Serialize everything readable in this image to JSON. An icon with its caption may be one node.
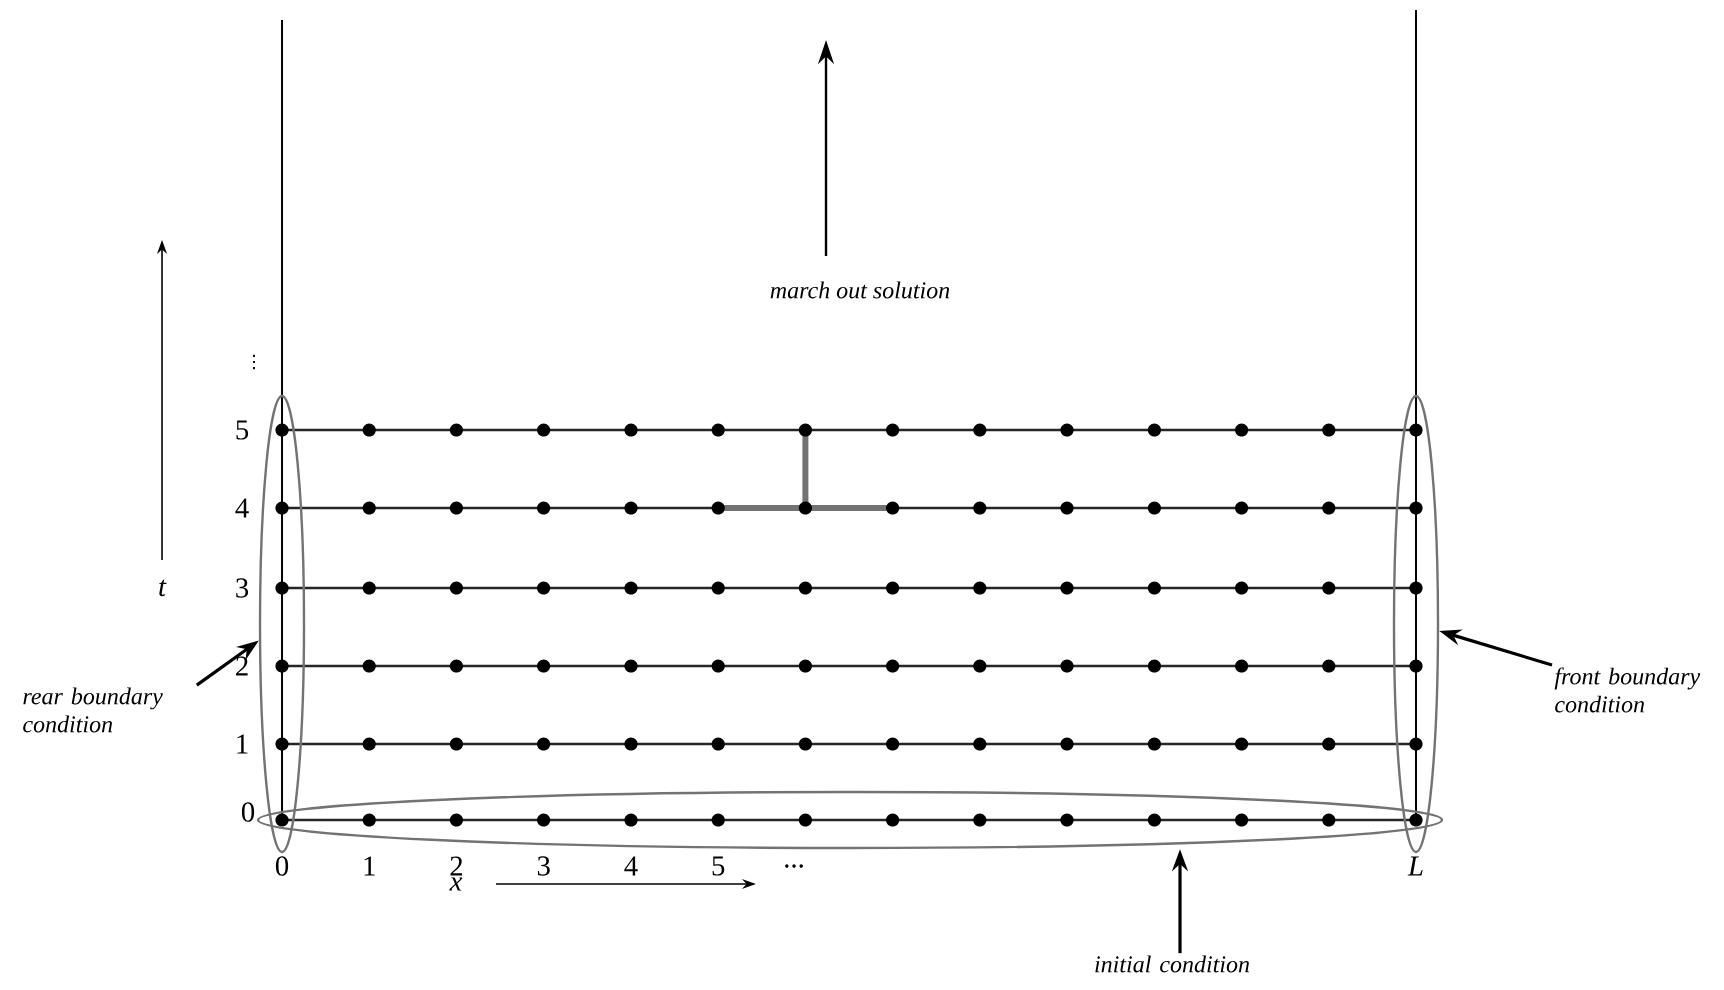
{
  "diagram": {
    "nodes": [
      {
        "text": [
          "rear boundary condition"
        ]
      },
      {
        "text": [],
        "shape": "ellipse"
      },
      {
        "text": [
          "front boundary condition"
        ]
      },
      {
        "text": [],
        "shape": "ellipse"
      },
      {
        "text": [
          "initial condition"
        ]
      },
      {
        "text": [],
        "shape": "ellipse"
      }
    ],
    "edges": [
      {
        "from": 0,
        "to": 1,
        "arrow": "to"
      },
      {
        "from": 2,
        "to": 3,
        "arrow": "to"
      },
      {
        "from": 4,
        "to": 5,
        "arrow": "to"
      }
    ],
    "labels": [
      "march out solution",
      "⋮",
      "5",
      "4",
      "t",
      "3",
      "2",
      "1",
      "0",
      "0",
      "1",
      "2",
      "3",
      "4",
      "5",
      "...",
      "L",
      "x"
    ]
  }
}
